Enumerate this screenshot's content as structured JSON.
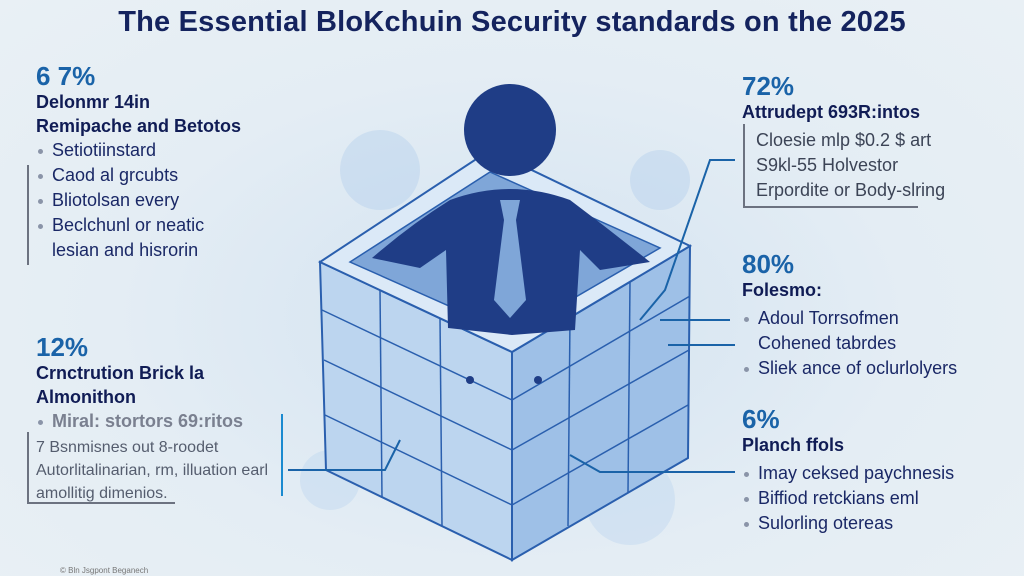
{
  "title": "The Essential BloKchuin Security standards on the 2025",
  "left_top": {
    "percent": "6 7%",
    "title_lines": [
      "Delonmr 14in",
      "Remipache and Betotos"
    ],
    "items": [
      "Setiotiinstard",
      "Caod al grcubts",
      "Bliotolsan every",
      "Beclchunl or neatic",
      "lesian and hisrorin"
    ]
  },
  "left_bottom": {
    "percent": "12%",
    "title_lines": [
      "Crnctrution Brick la",
      "Almonithon"
    ],
    "bullet": "Miral: stortors 69:ritos",
    "body": [
      "7 Bsnmisnes out 8-roodet",
      "Autorlitalinarian, rm, illuation earl",
      "amollitig dimenios."
    ]
  },
  "right_top": {
    "percent": "72%",
    "title": "Attrudept 693R:intos",
    "body": [
      "Cloesie mlp $0.2 $ art",
      "S9kl-55 Holvestor",
      "Erpordite or Body-slring"
    ]
  },
  "right_mid": {
    "percent": "80%",
    "title": "Folesmo:",
    "items": [
      "Adoul Torrsofmen",
      "Cohened tabrdes",
      "Sliek ance of oclurlolyers"
    ]
  },
  "right_bottom": {
    "percent": "6%",
    "title": "Planch ffols",
    "items": [
      "Imay ceksed paychnesis",
      "Biffiod retckians eml",
      "Sulorling otereas"
    ]
  },
  "credit": "© Bln Jsgpont Beganech",
  "colors": {
    "accent": "#1a63a8",
    "navy": "#14235e",
    "cube": "#a9c9ec"
  }
}
